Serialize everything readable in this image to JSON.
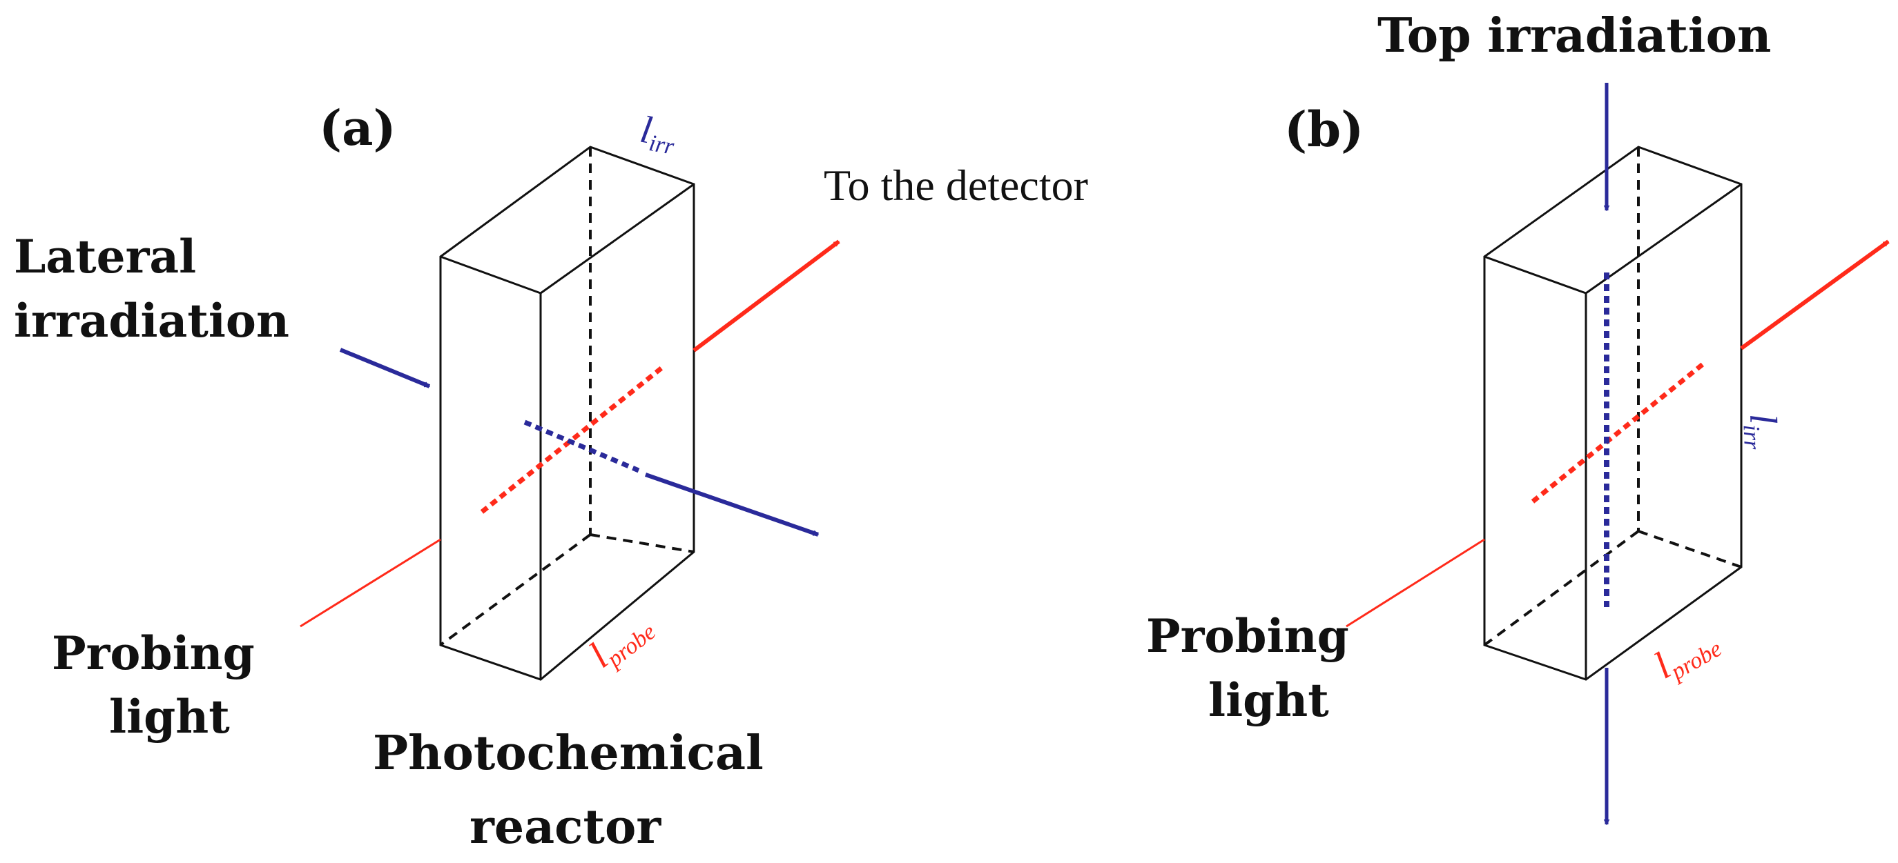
{
  "colors": {
    "outline": "#111111",
    "probe_light": "#ff2a1a",
    "irradiation": "#2a2a9a"
  },
  "panel_a": {
    "label": "(a)",
    "irradiation_label_line1": "Lateral",
    "irradiation_label_line2": "irradiation",
    "detector_label": "To the detector",
    "probe_label_line1": "Probing",
    "probe_label_line2": "light",
    "reactor_label_line1": "Photochemical",
    "reactor_label_line2": "reactor",
    "irr_symbol": "l",
    "irr_subscript": "irr",
    "probe_symbol": "l",
    "probe_subscript": "probe"
  },
  "panel_b": {
    "label": "(b)",
    "irradiation_label": "Top irradiation",
    "probe_label_line1": "Probing",
    "probe_label_line2": "light",
    "irr_symbol": "l",
    "irr_subscript": "irr",
    "probe_symbol": "l",
    "probe_subscript": "probe"
  }
}
